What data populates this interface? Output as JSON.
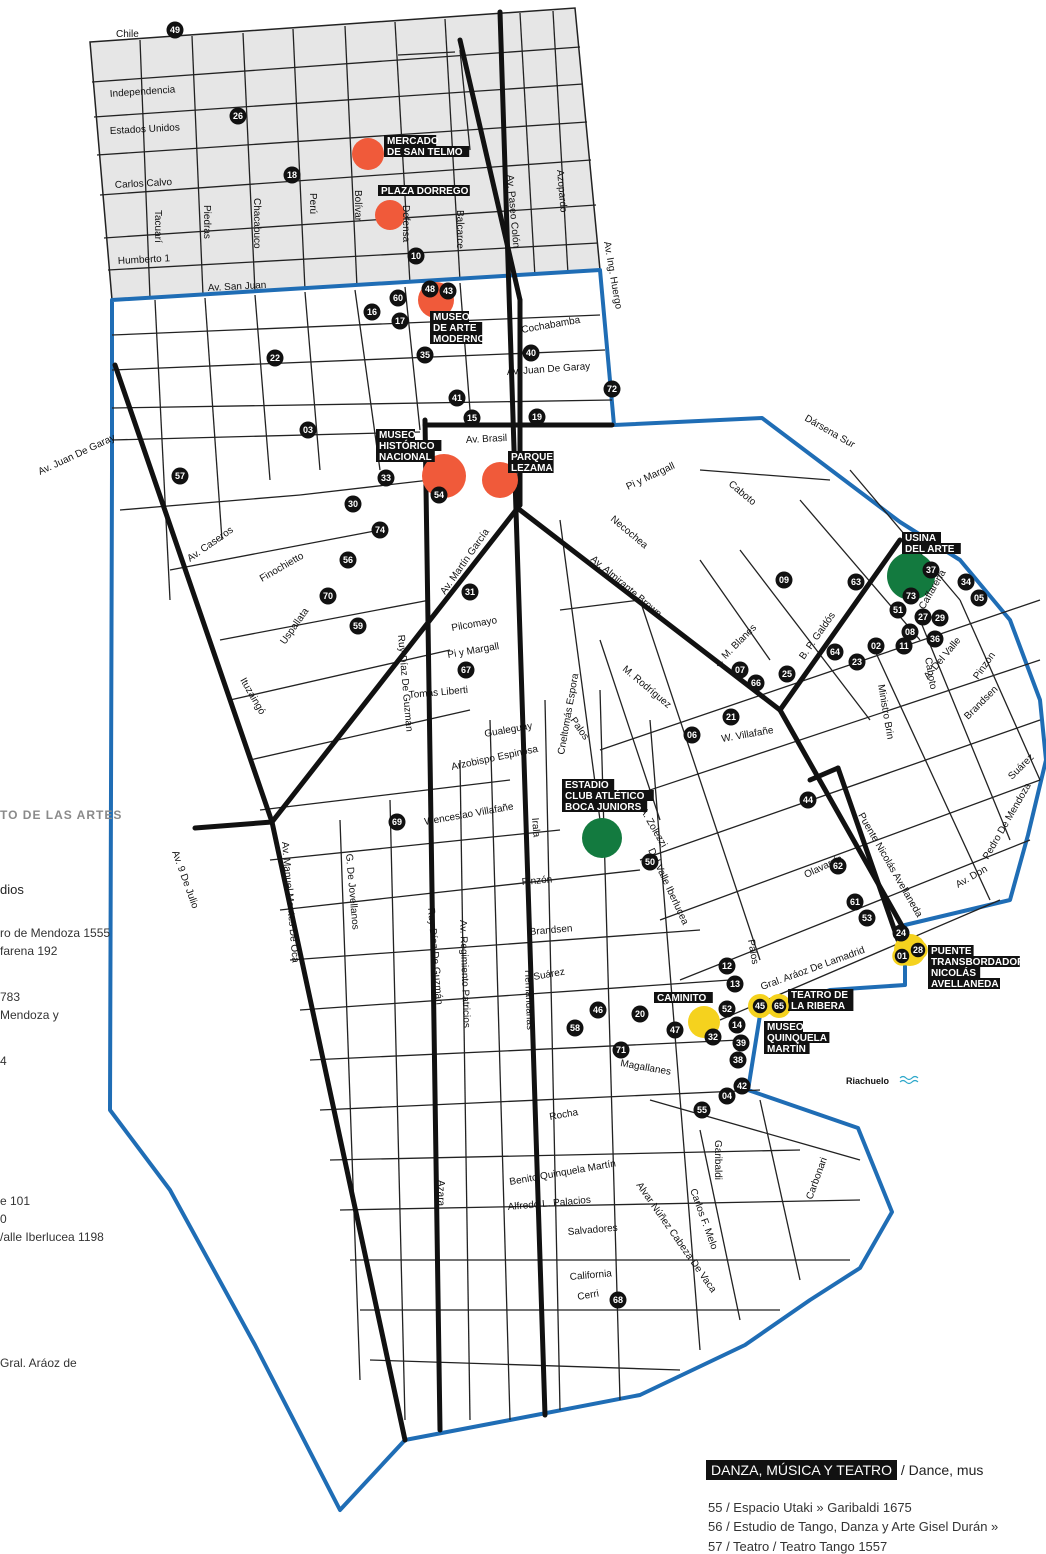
{
  "streets": [
    "Chile",
    "Independencia",
    "Estados Unidos",
    "Carlos Calvo",
    "Humberto 1",
    "Av. San Juan",
    "Tacuarí",
    "Piedras",
    "Chacabuco",
    "Perú",
    "Bolívar",
    "Defensa",
    "Balcarce",
    "Av. Paseo Colón",
    "Azopardo",
    "Av. Ing. Huergo",
    "Cochabamba",
    "Av. Juan De Garay",
    "Av. Brasil",
    "Dársena Sur",
    "Av. Juan De Garay",
    "Av. Caseros",
    "Finochietto",
    "Av. Martín García",
    "Pilcomayo",
    "Pi y Margall",
    "Tomás Liberti",
    "Gualeguay",
    "Arzobispo Espinosa",
    "Wenceslao Villafañe",
    "Ruy Díaz De Guzmán",
    "Ituzaingó",
    "Uspallata",
    "Av. Almirante Brown",
    "Necochea",
    "Pi y Margall",
    "Caboto",
    "J. M. Blanes",
    "B. P. Galdós",
    "M. Rodríguez",
    "Palos",
    "W. Villafañe",
    "Cneltomás Espora",
    "A. Zolezzi",
    "Del Valle Iberlucea",
    "Ministro Brin",
    "A. Del Valle",
    "Pinzón",
    "Brandsen",
    "Suárez",
    "Pedro De Mendoza",
    "Av. Don",
    "Olavarría",
    "Puente Nicolás Avellaneda",
    "Gral. Aráoz De Lamadrid",
    "Magallanes",
    "Rocha",
    "Benito Quinquela Martín",
    "Alfredo L. Palacios",
    "Salvadores",
    "California",
    "Cerri",
    "Garibaldi",
    "Carlos F. Melo",
    "Alvar Núñez Cabeza De Vaca",
    "Caffarena",
    "Caboto",
    "Av. 9 De Julio",
    "Av. Manuel Montes De Oca",
    "G. De Jovellanos",
    "Ruy Díaz De Guzmán",
    "Av. Regimiento Patricios",
    "Hernandarias",
    "Azara",
    "Irala",
    "Pinzón",
    "Brandsen",
    "Suárez",
    "Palos",
    "Carbonari"
  ],
  "places": {
    "mercado": [
      "MERCADO",
      "DE SAN TELMO"
    ],
    "dorrego": [
      "PLAZA DORREGO"
    ],
    "museo_moderno": [
      "MUSEO",
      "DE ARTE",
      "MODERNO"
    ],
    "museo_historico": [
      "MUSEO",
      "HISTÓRICO",
      "NACIONAL"
    ],
    "lezama": [
      "PARQUE",
      "LEZAMA"
    ],
    "usina": [
      "USINA",
      "DEL ARTE"
    ],
    "estadio": [
      "ESTADIO",
      "CLUB ATLÉTICO",
      "BOCA JUNIORS"
    ],
    "caminito": [
      "CAMINITO"
    ],
    "ribera": [
      "TEATRO DE",
      "LA RIBERA"
    ],
    "quinquela": [
      "MUSEO",
      "QUINQUELA",
      "MARTÍN"
    ],
    "puente": [
      "PUENTE",
      "TRANSBORDADOR",
      "NICOLÁS",
      "AVELLANEDA"
    ]
  },
  "markers": [
    "49",
    "26",
    "18",
    "10",
    "48",
    "43",
    "60",
    "16",
    "17",
    "22",
    "35",
    "40",
    "72",
    "41",
    "15",
    "19",
    "03",
    "33",
    "54",
    "57",
    "30",
    "74",
    "56",
    "31",
    "70",
    "59",
    "67",
    "69",
    "09",
    "63",
    "37",
    "34",
    "05",
    "73",
    "27",
    "29",
    "51",
    "08",
    "36",
    "02",
    "11",
    "23",
    "64",
    "25",
    "07",
    "66",
    "21",
    "06",
    "44",
    "62",
    "61",
    "53",
    "24",
    "50",
    "01",
    "28",
    "12",
    "13",
    "52",
    "45",
    "65",
    "14",
    "47",
    "32",
    "39",
    "38",
    "42",
    "04",
    "55",
    "58",
    "46",
    "20",
    "71",
    "68"
  ],
  "river_label": "Riachuelo",
  "side": {
    "title": "TO DE LAS ARTES",
    "subtitle": "dios",
    "lines": [
      "ro de Mendoza 1555",
      "farena 192",
      "783",
      "Mendoza y",
      "4",
      "e 101",
      "0",
      "/alle Iberlucea 1198",
      "Gral. Aráoz de"
    ]
  },
  "bottom": {
    "header": "DANZA, MÚSICA Y TEATRO",
    "header_rest": " / Dance, mus",
    "lines": [
      "55 / Espacio Utaki » Garibaldi 1675",
      "56 / Estudio de Tango, Danza y Arte Gisel Durán »",
      "57 / Teatro / Teatro Tango 1557"
    ]
  },
  "colors": {
    "grid_bg": "#e6e6e6",
    "border": "#1f6db5",
    "orange": "#f05a3a",
    "green": "#137a3f",
    "yellow": "#f5d21e",
    "street": "#1a1a1a"
  }
}
